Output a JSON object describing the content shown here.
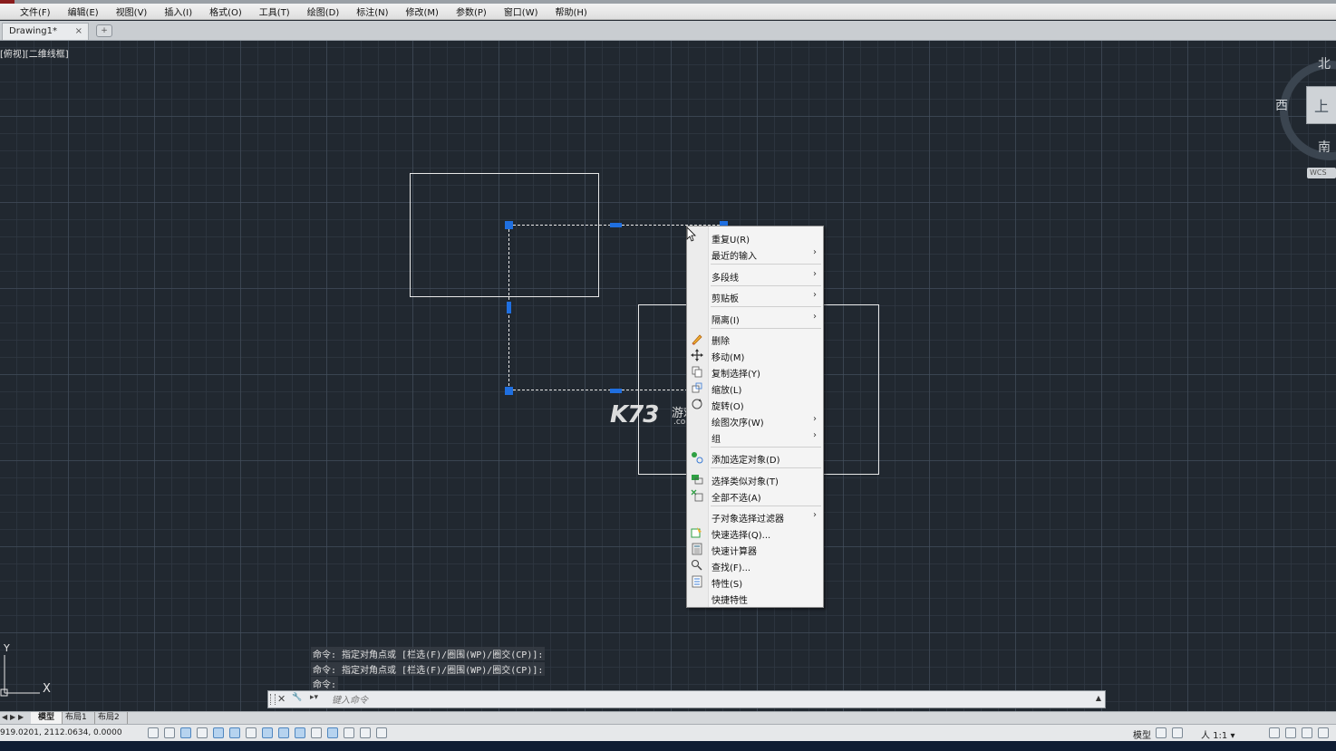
{
  "menubar": {
    "items": [
      "文件(F)",
      "编辑(E)",
      "视图(V)",
      "插入(I)",
      "格式(O)",
      "工具(T)",
      "绘图(D)",
      "标注(N)",
      "修改(M)",
      "参数(P)",
      "窗口(W)",
      "帮助(H)"
    ]
  },
  "tabs": {
    "document": "Drawing1*",
    "close_glyph": "×"
  },
  "viewport": {
    "label": "[俯视][二维线框]"
  },
  "viewcube": {
    "north": "北",
    "west": "西",
    "south": "南",
    "face": "上",
    "wcs": "WCS"
  },
  "ucs": {
    "x": "X",
    "y": "Y"
  },
  "context_menu": {
    "items": [
      {
        "label": "重复U(R)"
      },
      {
        "label": "最近的输入",
        "arrow": "›"
      },
      {
        "label": "多段线",
        "arrow": "›"
      },
      {
        "label": "剪贴板",
        "arrow": "›"
      },
      {
        "label": "隔离(I)",
        "arrow": "›"
      },
      {
        "label": "删除",
        "icon": "eraser-icon"
      },
      {
        "label": "移动(M)",
        "icon": "move-icon"
      },
      {
        "label": "复制选择(Y)",
        "icon": "copy-icon"
      },
      {
        "label": "缩放(L)",
        "icon": "scale-icon"
      },
      {
        "label": "旋转(O)",
        "icon": "rotate-icon"
      },
      {
        "label": "绘图次序(W)",
        "arrow": "›"
      },
      {
        "label": "组",
        "arrow": "›"
      },
      {
        "label": "添加选定对象(D)",
        "icon": "add-selected-icon"
      },
      {
        "label": "选择类似对象(T)",
        "icon": "select-similar-icon"
      },
      {
        "label": "全部不选(A)",
        "icon": "deselect-all-icon"
      },
      {
        "label": "子对象选择过滤器",
        "arrow": "›"
      },
      {
        "label": "快速选择(Q)...",
        "icon": "quick-select-icon"
      },
      {
        "label": "快速计算器",
        "icon": "calculator-icon"
      },
      {
        "label": "查找(F)...",
        "icon": "find-icon"
      },
      {
        "label": "特性(S)",
        "icon": "properties-icon"
      },
      {
        "label": "快捷特性"
      }
    ]
  },
  "watermark": {
    "brand": "K73",
    "cn": "游戏之家",
    "domain": ".com"
  },
  "command": {
    "history": [
      "命令: 指定对角点或 [栏选(F)/圈围(WP)/圈交(CP)]:",
      "命令: 指定对角点或 [栏选(F)/圈围(WP)/圈交(CP)]:",
      "命令:"
    ],
    "placeholder": "键入命令",
    "close_glyph": "✕",
    "custom_glyph": "🔧",
    "prompt_glyph": "▸▾",
    "expand_glyph": "▲"
  },
  "layout_tabs": {
    "model": "模型",
    "layout1": "布局1",
    "layout2": "布局2"
  },
  "status": {
    "coords": "919.0201, 2112.0634, 0.0000",
    "model": "模型",
    "scale": "人 1:1 ▾"
  },
  "colors": {
    "canvas": "#212830",
    "grip": "#1f6fe0",
    "geometry": "#e8e8e8"
  }
}
